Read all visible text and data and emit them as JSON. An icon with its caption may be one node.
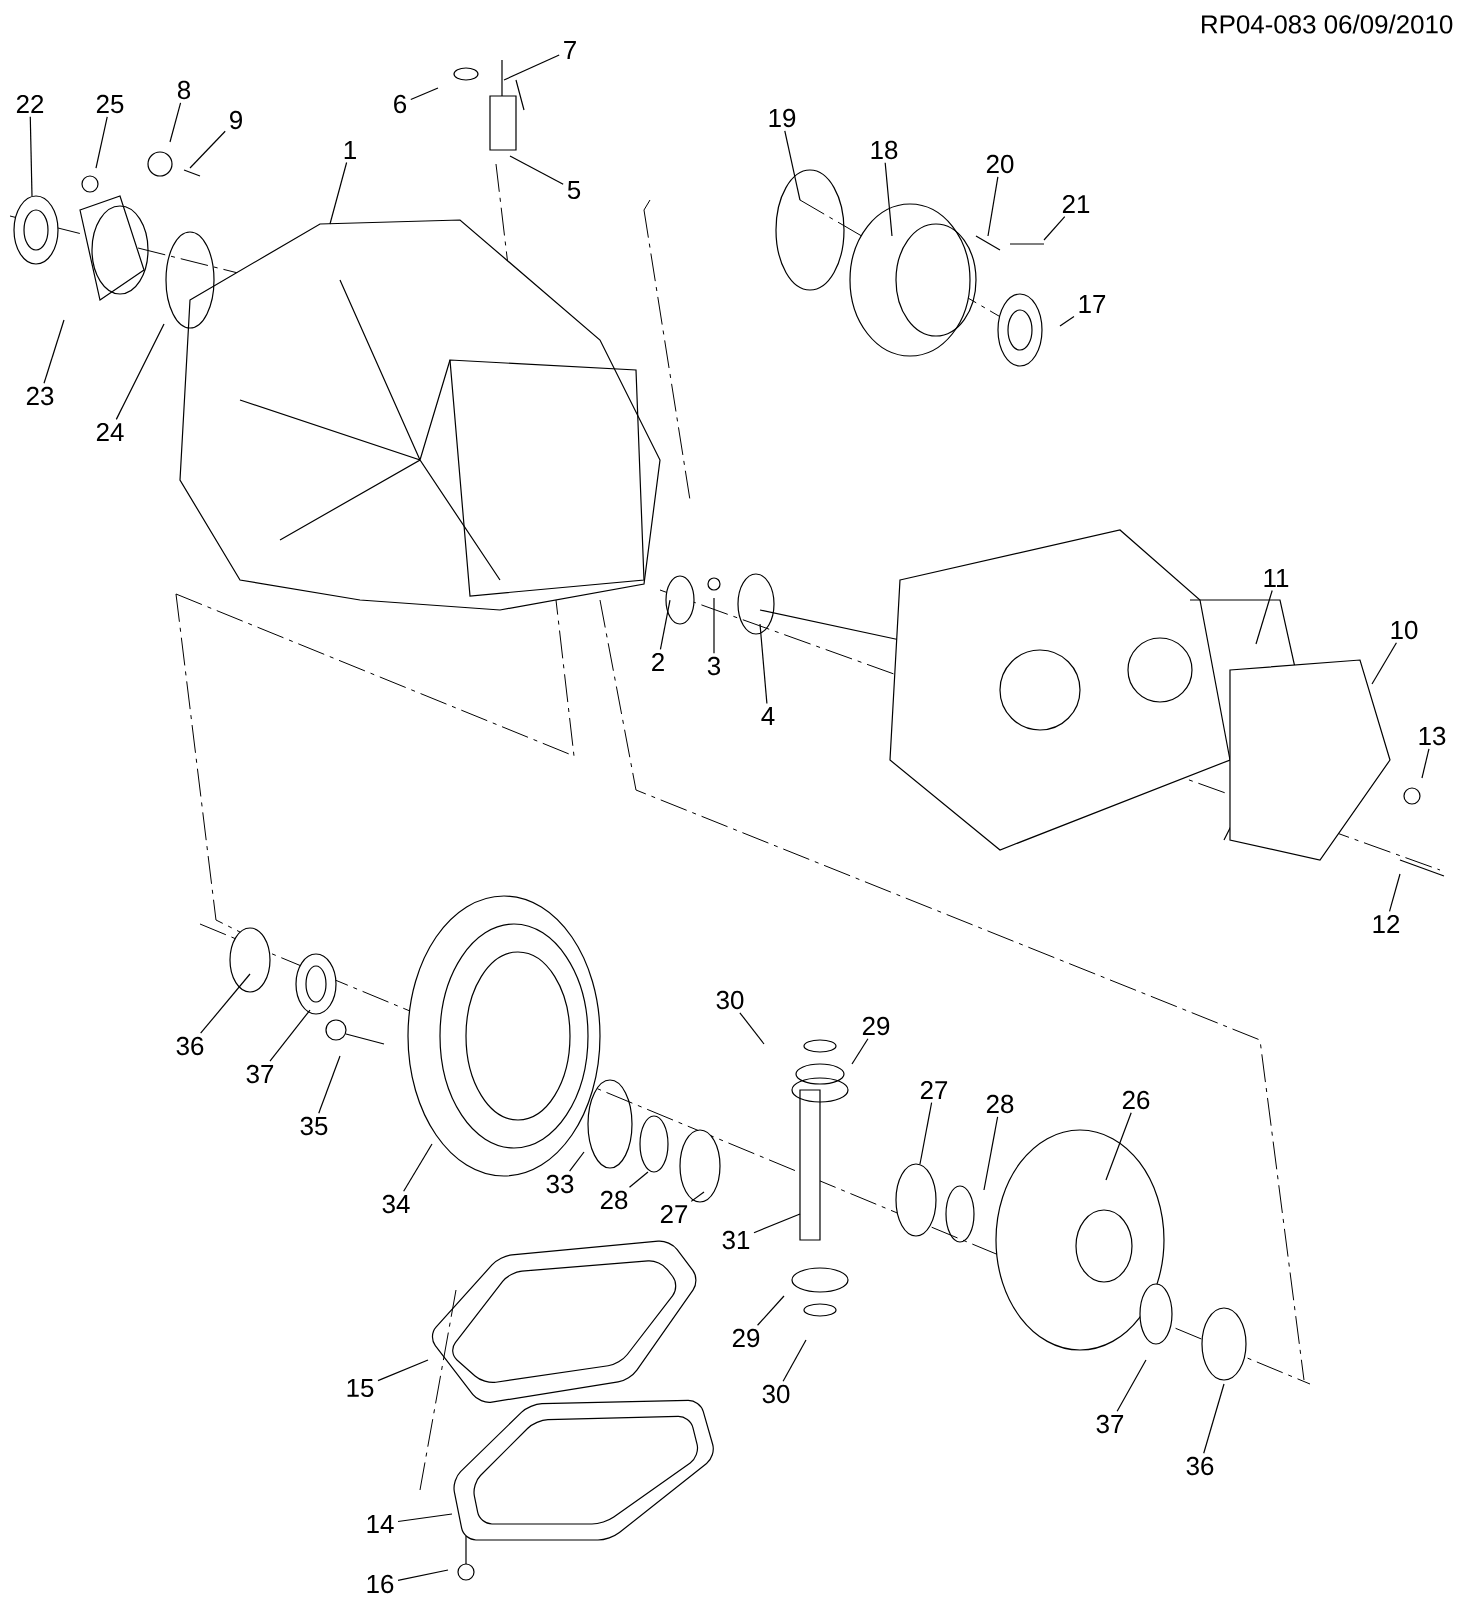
{
  "diagram": {
    "nodes": [
      {
        "text": [
          "1"
        ]
      },
      {
        "text": [
          "2"
        ]
      },
      {
        "text": [
          "3"
        ]
      },
      {
        "text": [
          "4"
        ]
      },
      {
        "text": [
          "5"
        ]
      },
      {
        "text": [
          "6"
        ]
      },
      {
        "text": [
          "7"
        ]
      },
      {
        "text": [
          "8"
        ]
      },
      {
        "text": [
          "9"
        ]
      },
      {
        "text": [
          "10"
        ]
      },
      {
        "text": [
          "11"
        ]
      },
      {
        "text": [
          "12"
        ]
      },
      {
        "text": [
          "13"
        ]
      },
      {
        "text": [
          "14"
        ]
      },
      {
        "text": [
          "15"
        ]
      },
      {
        "text": [
          "16"
        ]
      },
      {
        "text": [
          "17"
        ]
      },
      {
        "text": [
          "18"
        ]
      },
      {
        "text": [
          "19"
        ]
      },
      {
        "text": [
          "20"
        ]
      },
      {
        "text": [
          "21"
        ]
      },
      {
        "text": [
          "22"
        ]
      },
      {
        "text": [
          "23"
        ]
      },
      {
        "text": [
          "24"
        ]
      },
      {
        "text": [
          "25"
        ]
      },
      {
        "text": [
          "26"
        ]
      },
      {
        "text": [
          "27"
        ]
      },
      {
        "text": [
          "28"
        ]
      },
      {
        "text": [
          "27"
        ]
      },
      {
        "text": [
          "28"
        ]
      },
      {
        "text": [
          "29"
        ]
      },
      {
        "text": [
          "29"
        ]
      },
      {
        "text": [
          "30"
        ]
      },
      {
        "text": [
          "30"
        ]
      },
      {
        "text": [
          "31"
        ]
      },
      {
        "text": [
          "33"
        ]
      },
      {
        "text": [
          "34"
        ]
      },
      {
        "text": [
          "35"
        ]
      },
      {
        "text": [
          "36"
        ]
      },
      {
        "text": [
          "36"
        ]
      },
      {
        "text": [
          "37"
        ]
      },
      {
        "text": [
          "37"
        ]
      }
    ],
    "edges": [
      {
        "from": 0,
        "to": null,
        "arrow": "none"
      },
      {
        "from": 1,
        "to": null,
        "arrow": "none"
      },
      {
        "from": 2,
        "to": null,
        "arrow": "none"
      },
      {
        "from": 3,
        "to": null,
        "arrow": "none"
      },
      {
        "from": 4,
        "to": null,
        "arrow": "none"
      },
      {
        "from": 5,
        "to": null,
        "arrow": "none"
      },
      {
        "from": 6,
        "to": null,
        "arrow": "none"
      },
      {
        "from": 7,
        "to": null,
        "arrow": "none"
      },
      {
        "from": 8,
        "to": null,
        "arrow": "none"
      },
      {
        "from": 9,
        "to": null,
        "arrow": "none"
      },
      {
        "from": 10,
        "to": null,
        "arrow": "none"
      },
      {
        "from": 11,
        "to": null,
        "arrow": "none"
      },
      {
        "from": 12,
        "to": null,
        "arrow": "none"
      },
      {
        "from": 13,
        "to": null,
        "arrow": "none"
      },
      {
        "from": 14,
        "to": null,
        "arrow": "none"
      },
      {
        "from": 15,
        "to": null,
        "arrow": "none"
      },
      {
        "from": 16,
        "to": null,
        "arrow": "none"
      },
      {
        "from": 17,
        "to": null,
        "arrow": "none"
      },
      {
        "from": 18,
        "to": null,
        "arrow": "none"
      },
      {
        "from": 19,
        "to": null,
        "arrow": "none"
      },
      {
        "from": 20,
        "to": null,
        "arrow": "none"
      },
      {
        "from": 21,
        "to": null,
        "arrow": "none"
      },
      {
        "from": 22,
        "to": null,
        "arrow": "none"
      },
      {
        "from": 23,
        "to": null,
        "arrow": "none"
      },
      {
        "from": 24,
        "to": null,
        "arrow": "none"
      },
      {
        "from": 25,
        "to": null,
        "arrow": "none"
      },
      {
        "from": 26,
        "to": null,
        "arrow": "none"
      },
      {
        "from": 27,
        "to": null,
        "arrow": "none"
      },
      {
        "from": 28,
        "to": null,
        "arrow": "none"
      },
      {
        "from": 29,
        "to": null,
        "arrow": "none"
      },
      {
        "from": 30,
        "to": null,
        "arrow": "none"
      },
      {
        "from": 31,
        "to": null,
        "arrow": "none"
      },
      {
        "from": 32,
        "to": null,
        "arrow": "none"
      },
      {
        "from": 33,
        "to": null,
        "arrow": "none"
      },
      {
        "from": 34,
        "to": null,
        "arrow": "none"
      },
      {
        "from": 35,
        "to": null,
        "arrow": "none"
      },
      {
        "from": 36,
        "to": null,
        "arrow": "none"
      },
      {
        "from": 37,
        "to": null,
        "arrow": "none"
      },
      {
        "from": 38,
        "to": null,
        "arrow": "none"
      },
      {
        "from": 39,
        "to": null,
        "arrow": "none"
      },
      {
        "from": 40,
        "to": null,
        "arrow": "none"
      },
      {
        "from": 41,
        "to": null,
        "arrow": "none"
      }
    ],
    "labels": [
      "RP04-083 06/09/2010"
    ]
  }
}
